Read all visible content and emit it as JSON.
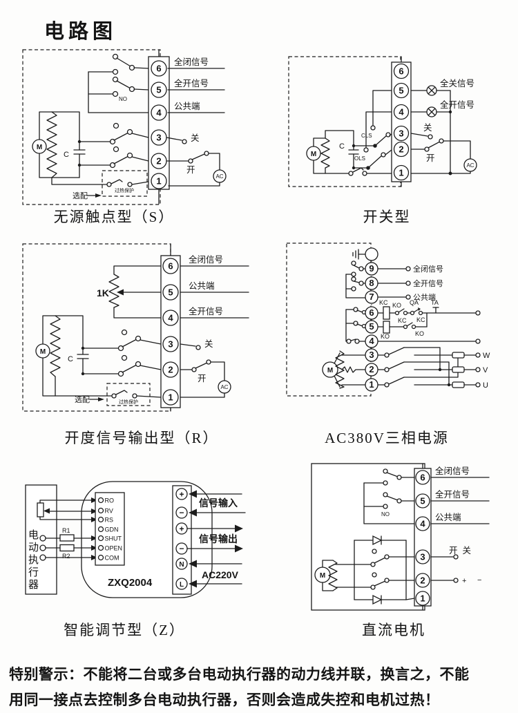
{
  "page": {
    "title": "电路图",
    "warning": {
      "line1": "特别警示：不能将二台或多台电动执行器的动力线并联，换言之，不能",
      "line2": "用同一接点去控制多台电动执行器，否则会造成失控和电机过热！"
    }
  },
  "diagrams": {
    "s": {
      "title": "无源触点型（S）",
      "terminals": [
        "6",
        "5",
        "4",
        "3",
        "2",
        "1"
      ],
      "t6": "全闭信号",
      "t5": "全开信号",
      "t4": "公共端",
      "close": "关",
      "open": "开",
      "no": "NO",
      "motor": "M",
      "cap": "C",
      "ac": "AC",
      "optional": "选配",
      "thermal": "过热保护"
    },
    "k": {
      "title": "开关型",
      "terminals": [
        "6",
        "5",
        "4",
        "3",
        "2",
        "1"
      ],
      "t5": "全关信号",
      "t4": "全开信号",
      "close": "关",
      "open": "开",
      "cls": "CLS",
      "ols": "OLS",
      "motor": "M",
      "cap": "C",
      "ac": "AC"
    },
    "r": {
      "title": "开度信号输出型（R）",
      "terminals": [
        "6",
        "5",
        "4",
        "3",
        "2",
        "1"
      ],
      "t6": "全闭信号",
      "t5": "公共端",
      "t4": "全开信号",
      "close": "关",
      "open": "开",
      "pot": "1K",
      "motor": "M",
      "cap": "C",
      "ac": "AC",
      "optional": "选配",
      "thermal": "过热保护"
    },
    "ac380": {
      "title": "AC380V三相电源",
      "terminals": [
        "9",
        "8",
        "7",
        "6",
        "5",
        "4",
        "3",
        "2",
        "1"
      ],
      "t9": "全闭信号",
      "t8": "全开信号",
      "t7": "公共端",
      "kc": "KC",
      "ko": "KO",
      "qa": "QA",
      "ta": "TA",
      "w": "W",
      "v": "V",
      "u": "U",
      "motor": "M"
    },
    "z": {
      "title": "智能调节型（Z）",
      "actuator": [
        "电",
        "动",
        "执",
        "行",
        "器"
      ],
      "pins": [
        "RO",
        "RV",
        "RS",
        "GDN",
        "SHUT",
        "OPEN",
        "COM"
      ],
      "r1": "R1",
      "r2": "R2",
      "device": "ZXQ2004",
      "terminals": [
        "+",
        "−",
        "+",
        "−",
        "N",
        "L"
      ],
      "signal_in": "信号输入",
      "signal_out": "信号输出",
      "power": "AC220V"
    },
    "dc": {
      "title": "直流电机",
      "terminals": [
        "6",
        "5",
        "4",
        "3",
        "2",
        "1"
      ],
      "t6": "全闭信号",
      "t5": "全开信号",
      "t4": "公共端",
      "open_close": "开  关",
      "plus": "+",
      "minus": "−",
      "no": "NO",
      "motor": "M"
    }
  }
}
